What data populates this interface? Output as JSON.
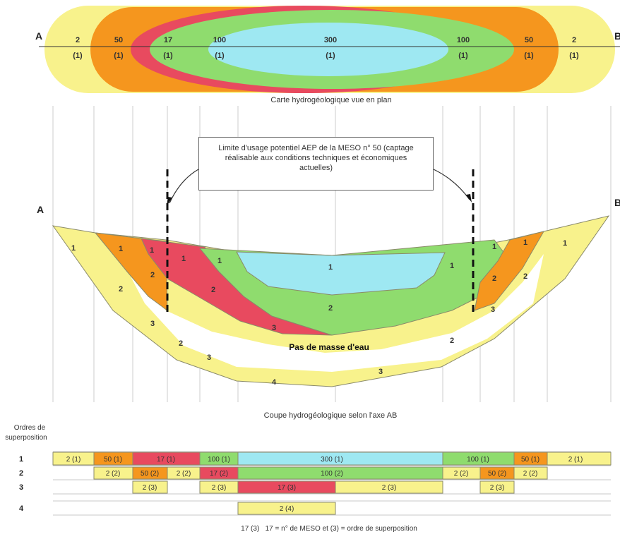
{
  "colors": {
    "yellow": "#f8f28c",
    "orange": "#f5961e",
    "red": "#e84a5f",
    "green": "#8fdc6e",
    "blue": "#9ee8f2",
    "grid": "#c9c9c9"
  },
  "plan": {
    "caption": "Carte hydrogéologique vue en plan",
    "end_a": "A",
    "end_b": "B",
    "zones": [
      {
        "value": "2",
        "order": "(1)"
      },
      {
        "value": "50",
        "order": "(1)"
      },
      {
        "value": "17",
        "order": "(1)"
      },
      {
        "value": "100",
        "order": "(1)"
      },
      {
        "value": "300",
        "order": "(1)"
      },
      {
        "value": "100",
        "order": "(1)"
      },
      {
        "value": "50",
        "order": "(1)"
      },
      {
        "value": "2",
        "order": "(1)"
      }
    ]
  },
  "section": {
    "caption": "Coupe hydrogéologique selon l'axe AB",
    "end_a": "A",
    "end_b": "B",
    "callout": "Limite d'usage potentiel AEP de la MESO n° 50 (captage réalisable aux conditions techniques et économiques actuelles)",
    "no_water": "Pas de masse d'eau",
    "layer_numbers": {
      "n1": "1",
      "n2": "2",
      "n3": "3",
      "n4": "4"
    }
  },
  "table": {
    "header": "Ordres de superposition",
    "rows": [
      "1",
      "2",
      "3",
      "4"
    ],
    "cells": {
      "r1": [
        "2 (1)",
        "50 (1)",
        "17 (1)",
        "100 (1)",
        "300 (1)",
        "100 (1)",
        "50 (1)",
        "2 (1)"
      ],
      "r2": [
        "2 (2)",
        "50 (2)",
        "2 (2)",
        "17 (2)",
        "100 (2)",
        "2 (2)",
        "50 (2)",
        "2 (2)"
      ],
      "r3": [
        "2 (3)",
        "2 (3)",
        "17 (3)",
        "2 (3)",
        "2 (3)"
      ],
      "r4": [
        "2 (4)"
      ]
    }
  },
  "legend": "17 (3)   17 = n° de MESO et (3) = ordre de superposition"
}
